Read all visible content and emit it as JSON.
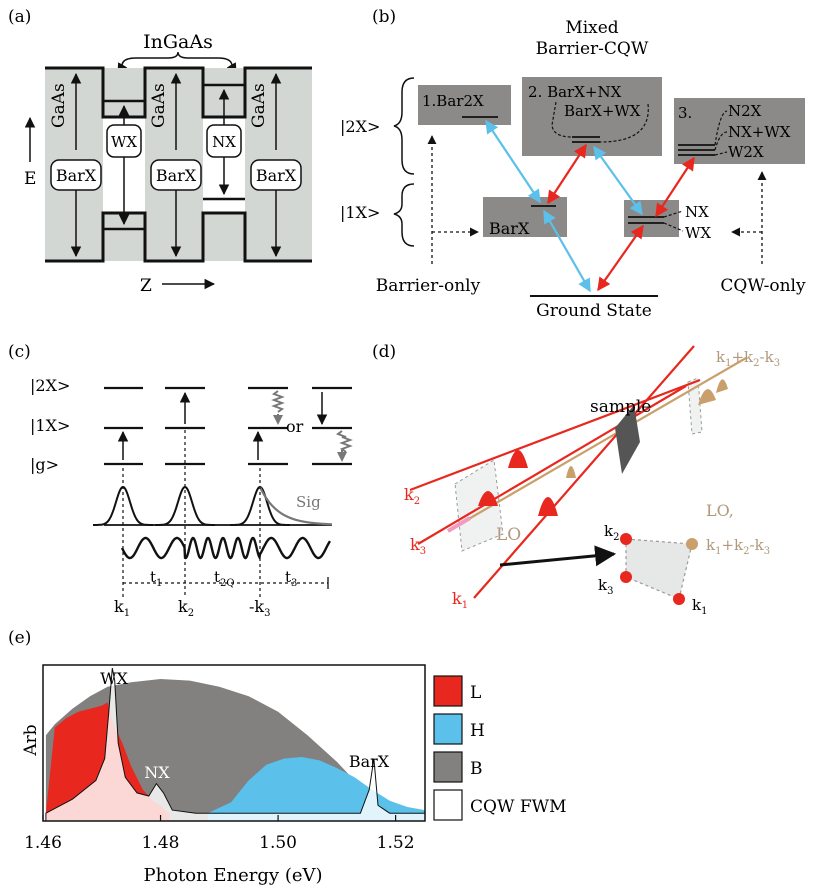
{
  "panel_a": {
    "label": "(a)",
    "top_label": "InGaAs",
    "gaas": [
      "GaAs",
      "GaAs",
      "GaAs"
    ],
    "barx": [
      "BarX",
      "BarX",
      "BarX"
    ],
    "wx": "WX",
    "nx": "NX",
    "e_axis": "E",
    "z_axis": "Z",
    "colors": {
      "well": "#d3d7d4",
      "stroke": "#111111"
    }
  },
  "panel_b": {
    "label": "(b)",
    "title_line1": "Mixed",
    "title_line2": "Barrier-CQW",
    "ket_2x": "|2X>",
    "ket_1x": "|1X>",
    "box1": "1.Bar2X",
    "box2_l1": "2. BarX+NX",
    "box2_l2": "BarX+WX",
    "box3": "3.",
    "box3_n2x": "N2X",
    "box3_nxwx": "NX+WX",
    "box3_w2x": "W2X",
    "barx": "BarX",
    "nx": "NX",
    "wx": "WX",
    "ground": "Ground State",
    "barrier_only": "Barrier-only",
    "cqw_only": "CQW-only",
    "colors": {
      "box": "#8c8a89",
      "blue": "#5bc0ea",
      "red": "#e8281e"
    }
  },
  "panel_c": {
    "label": "(c)",
    "ket_2x": "|2X>",
    "ket_1x": "|1X>",
    "ket_g": "|g>",
    "or": "or",
    "sig": "Sig",
    "t1": "t",
    "t1_sub": "1",
    "t2": "t",
    "t2_sub": "2Q",
    "t3": "t",
    "t3_sub": "3",
    "k1": "k",
    "k1_sub": "1",
    "k2": "k",
    "k2_sub": "2",
    "k3": "-k",
    "k3_sub": "3"
  },
  "panel_d": {
    "label": "(d)",
    "sample": "sample",
    "out_beam": "k1+k2-k3",
    "k2": "k2",
    "k3": "k3",
    "k1": "k1",
    "lo": "LO",
    "lo_right_l1": "LO,",
    "lo_right_l2": "k1+k2-k3",
    "colors": {
      "red": "#e8281e",
      "tan": "#c9a06c"
    }
  },
  "panel_e": {
    "label": "(e)",
    "peak_wx": "WX",
    "peak_nx": "NX",
    "peak_barx": "BarX",
    "legend": [
      {
        "name": "L",
        "color": "#e8281e"
      },
      {
        "name": "H",
        "color": "#5bc0ea"
      },
      {
        "name": "B",
        "color": "#828180"
      },
      {
        "name": "CQW FWM",
        "color": "#ffffff"
      }
    ]
  },
  "chart_data": {
    "type": "area",
    "xlabel": "Photon Energy (eV)",
    "ylabel": "Arb",
    "xlim": [
      1.46,
      1.525
    ],
    "xticks": [
      "1.46",
      "1.48",
      "1.50",
      "1.52"
    ],
    "series": [
      {
        "name": "B",
        "color": "#828180",
        "x": [
          1.4605,
          1.462,
          1.465,
          1.468,
          1.471,
          1.475,
          1.48,
          1.485,
          1.49,
          1.495,
          1.5,
          1.505,
          1.51,
          1.514,
          1.518,
          1.522,
          1.525
        ],
        "y": [
          0.55,
          0.62,
          0.72,
          0.8,
          0.86,
          0.89,
          0.91,
          0.9,
          0.86,
          0.8,
          0.7,
          0.55,
          0.38,
          0.22,
          0.12,
          0.06,
          0.05
        ]
      },
      {
        "name": "L",
        "color": "#e8281e",
        "x": [
          1.4605,
          1.462,
          1.464,
          1.466,
          1.468,
          1.47,
          1.471,
          1.472,
          1.4735,
          1.475,
          1.477,
          1.479,
          1.48,
          1.481,
          1.4815
        ],
        "y": [
          0.05,
          0.6,
          0.66,
          0.7,
          0.72,
          0.74,
          0.76,
          0.62,
          0.5,
          0.35,
          0.2,
          0.12,
          0.1,
          0.06,
          0.05
        ]
      },
      {
        "name": "H",
        "color": "#5bc0ea",
        "x": [
          1.488,
          1.492,
          1.495,
          1.498,
          1.501,
          1.504,
          1.507,
          1.51,
          1.513,
          1.516,
          1.519,
          1.522,
          1.525
        ],
        "y": [
          0.05,
          0.12,
          0.26,
          0.36,
          0.4,
          0.41,
          0.39,
          0.34,
          0.28,
          0.2,
          0.13,
          0.09,
          0.07
        ]
      },
      {
        "name": "CQW FWM",
        "color": "#ffffff",
        "x": [
          1.4605,
          1.465,
          1.469,
          1.4705,
          1.4712,
          1.4718,
          1.4722,
          1.4728,
          1.474,
          1.476,
          1.478,
          1.4793,
          1.4805,
          1.482,
          1.486,
          1.5,
          1.514,
          1.5155,
          1.5163,
          1.517,
          1.519,
          1.525
        ],
        "y": [
          0.05,
          0.14,
          0.26,
          0.4,
          0.7,
          0.98,
          0.9,
          0.5,
          0.28,
          0.18,
          0.16,
          0.24,
          0.18,
          0.07,
          0.05,
          0.05,
          0.05,
          0.2,
          0.4,
          0.1,
          0.05,
          0.05
        ]
      }
    ]
  }
}
